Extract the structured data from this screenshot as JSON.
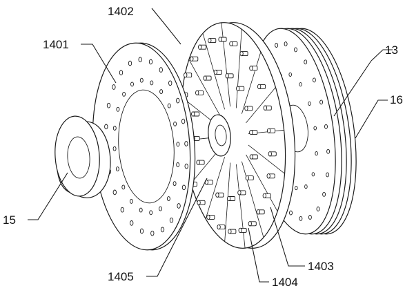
{
  "labels": {
    "l1402": "1402",
    "l1401": "1401",
    "l13": "13",
    "l16": "16",
    "l15": "15",
    "l1405": "1405",
    "l1403": "1403",
    "l1404": "1404"
  }
}
